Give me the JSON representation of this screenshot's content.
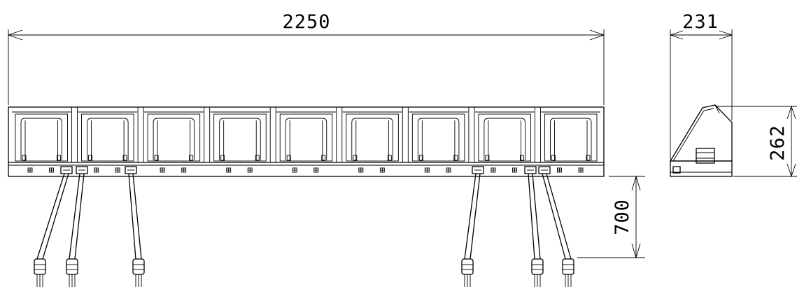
{
  "dimensions": {
    "width": "2250",
    "depth": "231",
    "height": "262",
    "cable_length": "700"
  },
  "front_view": {
    "bays": 9,
    "cables": 6
  },
  "colors": {
    "line": "#000000",
    "background": "#ffffff"
  }
}
